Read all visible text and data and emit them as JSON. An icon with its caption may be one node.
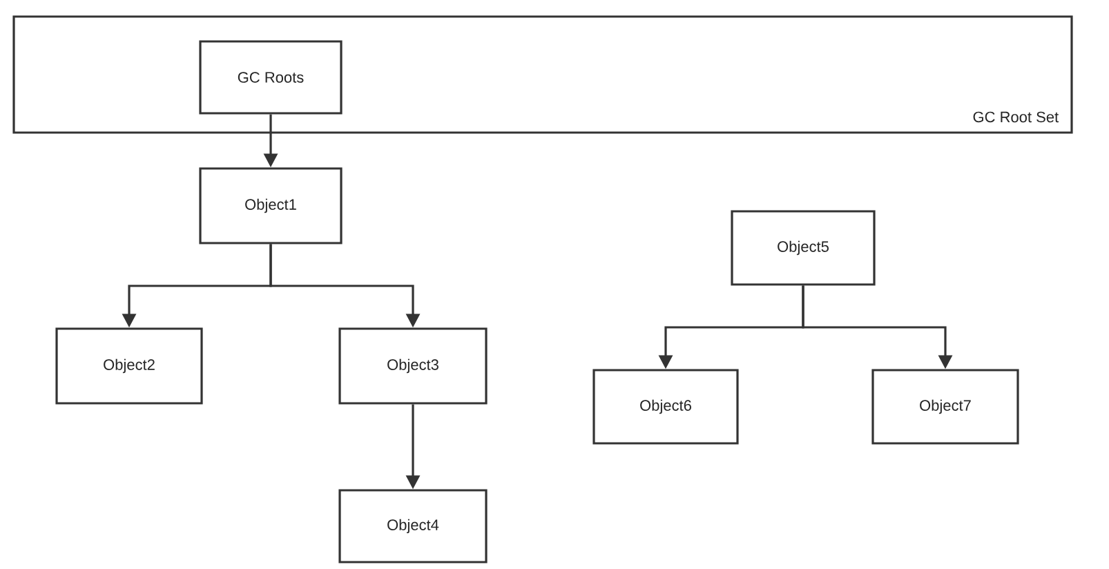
{
  "diagram": {
    "nodes": [
      {
        "text": [
          "GC Root Set"
        ]
      },
      {
        "text": [
          "GC Roots"
        ],
        "in": 0
      },
      {
        "text": [
          "Object1"
        ]
      },
      {
        "text": [
          "Object2"
        ]
      },
      {
        "text": [
          "Object3"
        ]
      },
      {
        "text": [
          "Object4"
        ]
      },
      {
        "text": [
          "Object5"
        ]
      },
      {
        "text": [
          "Object6"
        ]
      },
      {
        "text": [
          "Object7"
        ]
      }
    ],
    "edges": [
      {
        "from": 1,
        "to": 2,
        "arrow": "to"
      },
      {
        "from": 2,
        "to": 3,
        "arrow": "to"
      },
      {
        "from": 2,
        "to": 4,
        "arrow": "to"
      },
      {
        "from": 4,
        "to": 5,
        "arrow": "to"
      },
      {
        "from": 6,
        "to": 7,
        "arrow": "to"
      },
      {
        "from": 6,
        "to": 8,
        "arrow": "to"
      }
    ]
  }
}
